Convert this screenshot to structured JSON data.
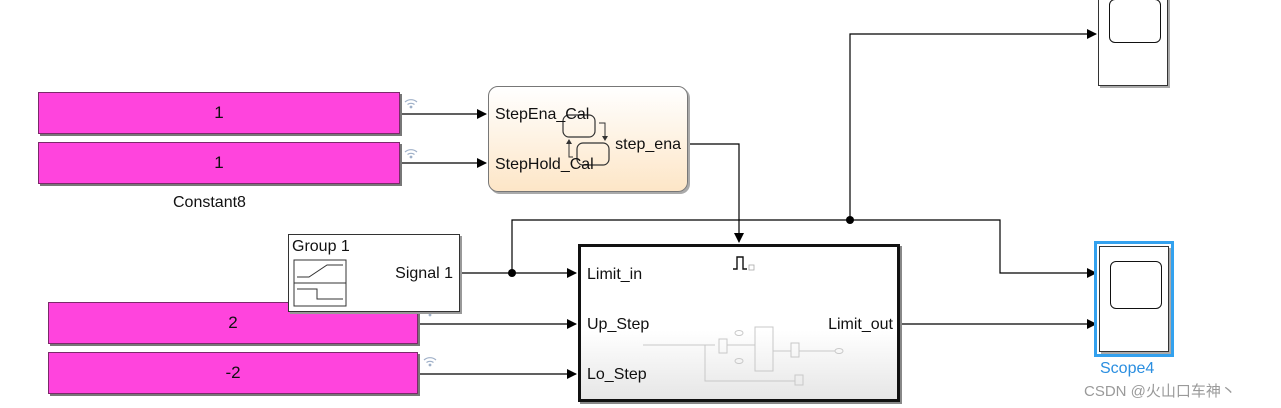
{
  "constants": [
    {
      "value": "1"
    },
    {
      "value": "1"
    },
    {
      "value": "2"
    },
    {
      "value": "-2"
    }
  ],
  "constant_label": "Constant8",
  "chart": {
    "inputs": [
      "StepEna_Cal",
      "StepHold_Cal"
    ],
    "output": "step_ena"
  },
  "signal_builder": {
    "title": "Group 1",
    "output": "Signal 1"
  },
  "subsystem": {
    "inputs": [
      "Limit_in",
      "Up_Step",
      "Lo_Step"
    ],
    "output": "Limit_out"
  },
  "scope": {
    "name": "Scope4"
  },
  "watermark": "CSDN @火山口车神丶",
  "colors": {
    "constant_fill": "#ff44dd",
    "selection": "#33a1ee",
    "chart_fill": "#fde6c7"
  }
}
